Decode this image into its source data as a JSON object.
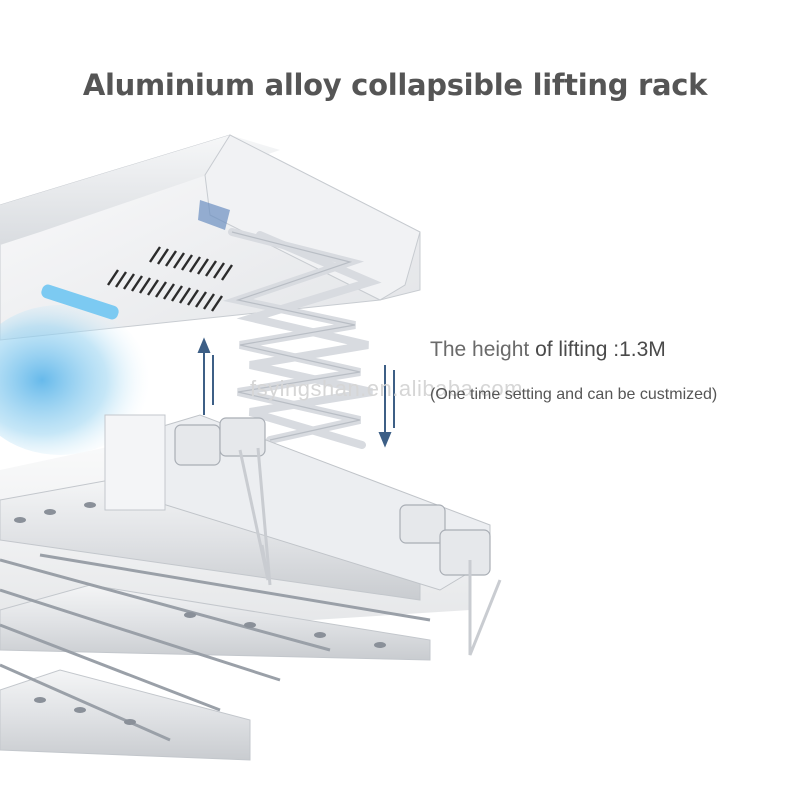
{
  "headline": "Aluminium alloy collapsible lifting rack",
  "spec": {
    "label_light": "The height ",
    "label_bold": "of lifting :1.3M"
  },
  "note": "(One time setting and can be custmized)",
  "watermark": "fsyingshan.en.alibaba.com",
  "colors": {
    "headline": "#555555",
    "glow": "#9fd6f2",
    "arrow": "#3d5f86"
  }
}
